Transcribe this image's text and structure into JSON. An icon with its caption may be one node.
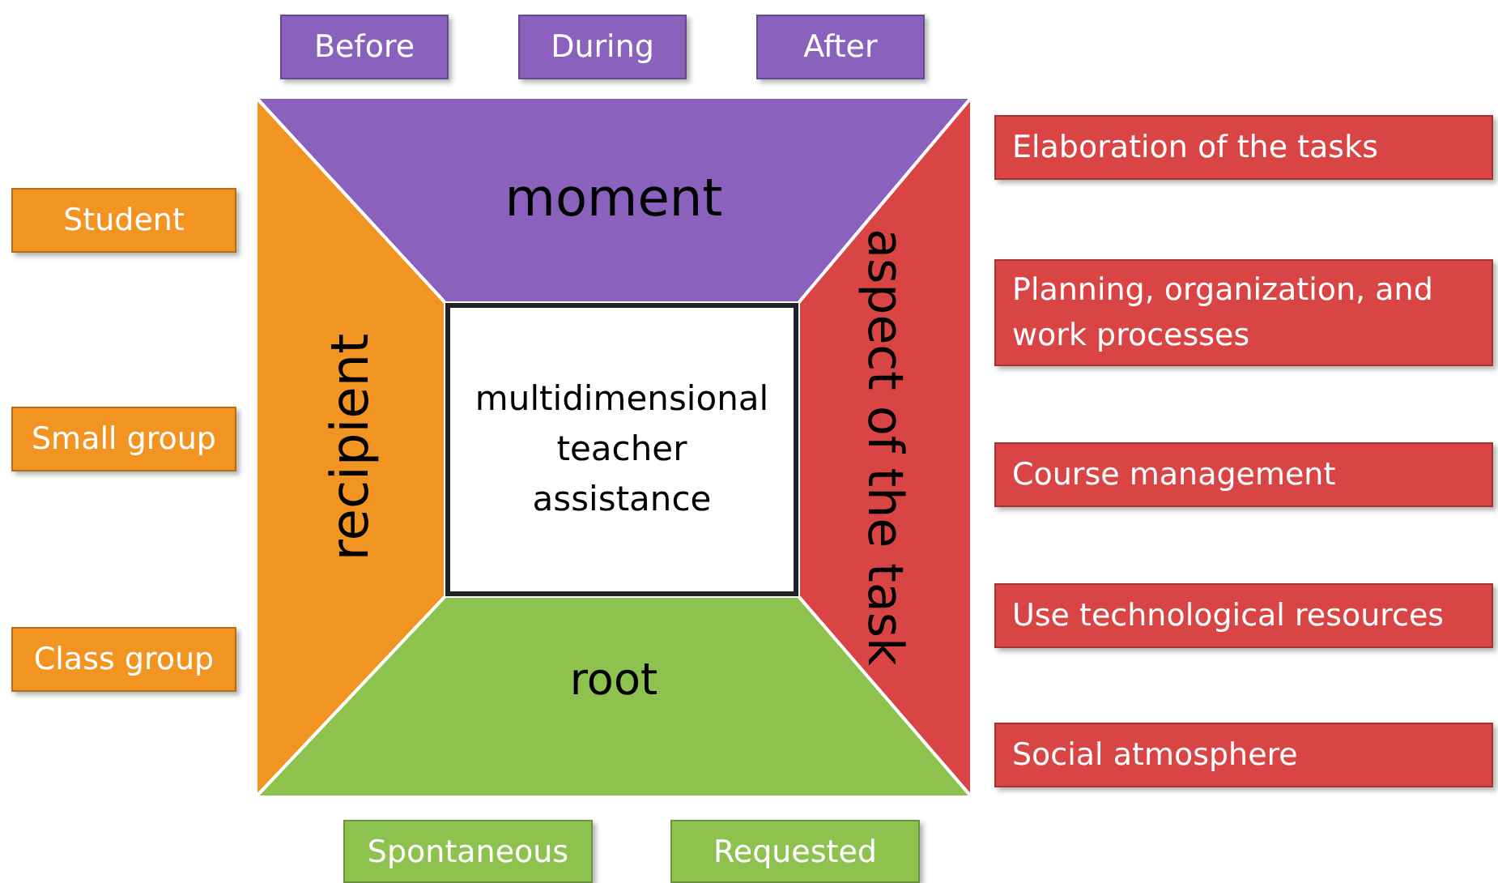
{
  "diagram": {
    "nodes": [
      {
        "text": [
          "Before"
        ]
      },
      {
        "text": [
          "During"
        ]
      },
      {
        "text": [
          "After"
        ]
      },
      {
        "text": [
          "moment"
        ]
      },
      {
        "text": [
          "recipient"
        ]
      },
      {
        "text": [
          "multidimensional teacher assistance"
        ]
      },
      {
        "text": [
          "aspect of the task"
        ]
      },
      {
        "text": [
          "root"
        ]
      },
      {
        "text": [
          "Student"
        ]
      },
      {
        "text": [
          "Small group"
        ]
      },
      {
        "text": [
          "Class group"
        ]
      },
      {
        "text": [
          "Elaboration of the tasks"
        ]
      },
      {
        "text": [
          "Planning, organization, and work processes"
        ]
      },
      {
        "text": [
          "Course management"
        ]
      },
      {
        "text": [
          "Use technological resources"
        ]
      },
      {
        "text": [
          "Social atmosphere"
        ]
      },
      {
        "text": [
          "Spontaneous"
        ]
      },
      {
        "text": [
          "Requested"
        ]
      }
    ]
  }
}
